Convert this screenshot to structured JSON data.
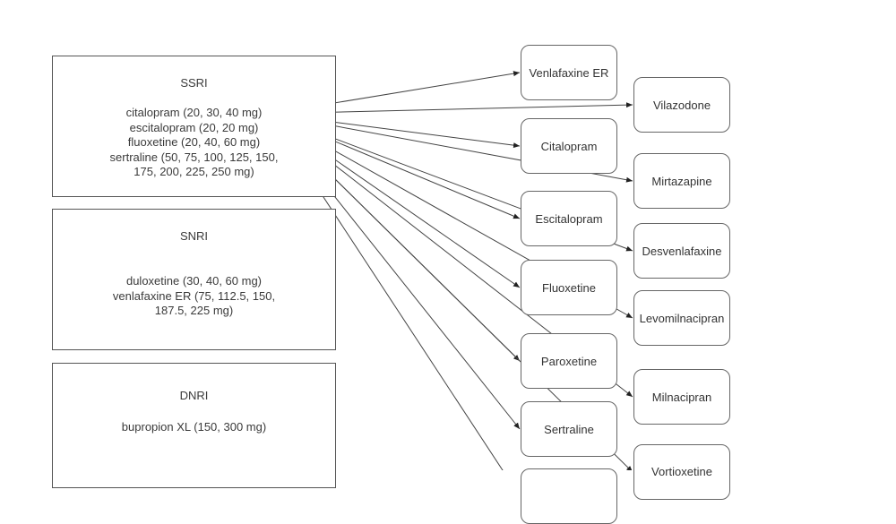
{
  "diagram": {
    "colors": {
      "line": "#444444",
      "box_border": "#555555",
      "text": "#333333"
    },
    "drug_classes": [
      {
        "id": "ssri",
        "title": "SSRI",
        "lines": [
          "citalopram (20, 30, 40 mg)",
          "escitalopram (20, 20 mg)",
          "fluoxetine (20, 40, 60 mg)",
          "sertraline (50, 75, 100, 125, 150,",
          "175, 200, 225, 250 mg)"
        ]
      },
      {
        "id": "snri",
        "title": "SNRI",
        "lines": [
          "duloxetine (30, 40, 60 mg)",
          "venlafaxine ER (75, 112.5, 150,",
          "187.5, 225 mg)"
        ]
      },
      {
        "id": "dnri",
        "title": "DNRI",
        "lines": [
          "bupropion XL (150, 300 mg)"
        ]
      }
    ],
    "target_nodes": [
      {
        "id": "venlafaxine-er",
        "label": "Venlafaxine ER"
      },
      {
        "id": "vilazodone",
        "label": "Vilazodone"
      },
      {
        "id": "citalopram",
        "label": "Citalopram"
      },
      {
        "id": "mirtazapine",
        "label": "Mirtazapine"
      },
      {
        "id": "escitalopram",
        "label": "Escitalopram"
      },
      {
        "id": "desvenlafaxine",
        "label": "Desvenlafaxine"
      },
      {
        "id": "fluoxetine",
        "label": "Fluoxetine"
      },
      {
        "id": "levomilnacipran",
        "label": "Levomilnacipran"
      },
      {
        "id": "paroxetine",
        "label": "Paroxetine"
      },
      {
        "id": "milnacipran",
        "label": "Milnacipran"
      },
      {
        "id": "sertraline",
        "label": "Sertraline"
      },
      {
        "id": "vortioxetine",
        "label": "Vortioxetine"
      },
      {
        "id": "bottom-node",
        "label": ""
      }
    ],
    "edges": [
      {
        "from": "ssri",
        "to": "venlafaxine-er"
      },
      {
        "from": "ssri",
        "to": "vilazodone"
      },
      {
        "from": "ssri",
        "to": "citalopram"
      },
      {
        "from": "ssri",
        "to": "mirtazapine"
      },
      {
        "from": "ssri",
        "to": "escitalopram"
      },
      {
        "from": "ssri",
        "to": "desvenlafaxine"
      },
      {
        "from": "ssri",
        "to": "fluoxetine"
      },
      {
        "from": "ssri",
        "to": "levomilnacipran"
      },
      {
        "from": "ssri",
        "to": "paroxetine"
      },
      {
        "from": "ssri",
        "to": "milnacipran"
      },
      {
        "from": "ssri",
        "to": "sertraline"
      },
      {
        "from": "ssri",
        "to": "vortioxetine"
      },
      {
        "from": "ssri",
        "to": "bottom-node"
      }
    ]
  }
}
